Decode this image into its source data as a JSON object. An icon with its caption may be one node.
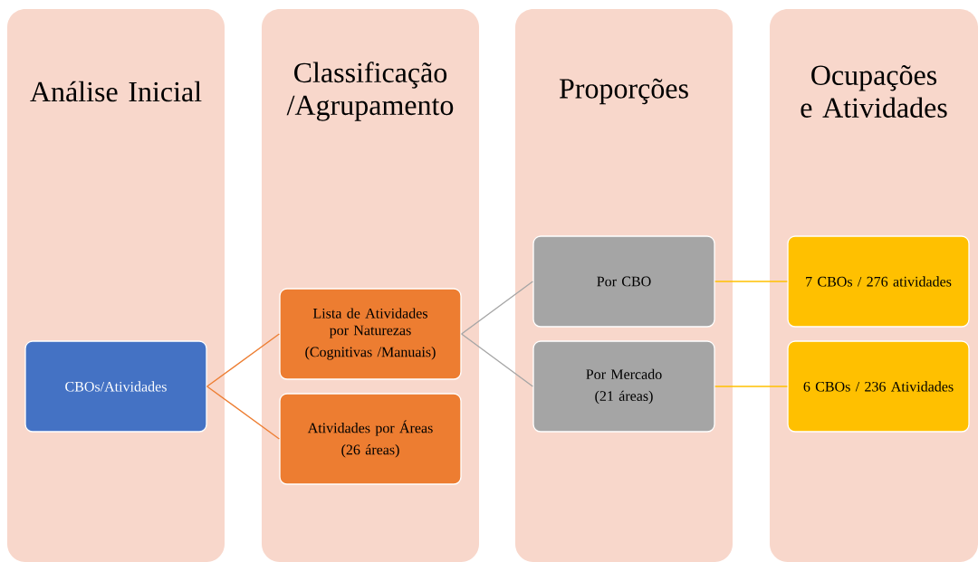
{
  "diagram": {
    "nodes": [
      {
        "text": [
          "Análise Inicial"
        ]
      },
      {
        "text": [
          "Classificação /Agrupamento"
        ]
      },
      {
        "text": [
          "Proporções"
        ]
      },
      {
        "text": [
          "Ocupações e Atividades"
        ]
      },
      {
        "text": [
          "CBOs/Atividades"
        ],
        "in": 0
      },
      {
        "text": [
          "Lista de Atividades por Naturezas",
          "(Cognitivas /Manuais)"
        ],
        "in": 1
      },
      {
        "text": [
          "Atividades por Áreas",
          "(26 áreas)"
        ],
        "in": 1
      },
      {
        "text": [
          "Por CBO"
        ],
        "in": 2
      },
      {
        "text": [
          "Por Mercado",
          "(21 áreas)"
        ],
        "in": 2
      },
      {
        "text": [
          "7 CBOs / 276 atividades"
        ],
        "in": 3
      },
      {
        "text": [
          "6 CBOs / 236 Atividades"
        ],
        "in": 3
      }
    ],
    "edges": [
      {
        "from": 4,
        "to": 5,
        "arrow": "none",
        "color": "#ed7d31"
      },
      {
        "from": 4,
        "to": 6,
        "arrow": "none",
        "color": "#ed7d31"
      },
      {
        "from": 5,
        "to": 7,
        "arrow": "none",
        "color": "#a5a5a5"
      },
      {
        "from": 5,
        "to": 8,
        "arrow": "none",
        "color": "#a5a5a5"
      },
      {
        "from": 7,
        "to": 9,
        "arrow": "none",
        "color": "#ffc000"
      },
      {
        "from": 8,
        "to": 10,
        "arrow": "none",
        "color": "#ffc000"
      }
    ]
  }
}
